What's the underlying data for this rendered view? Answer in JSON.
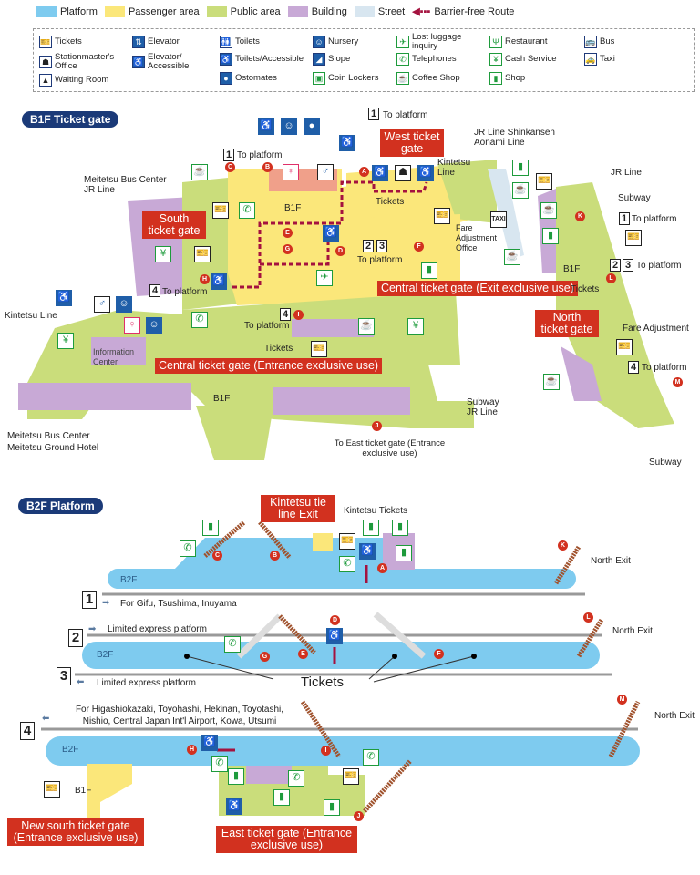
{
  "legend": {
    "colors": [
      {
        "label": "Platform",
        "color": "#7ecbef"
      },
      {
        "label": "Passenger area",
        "color": "#fbe77a"
      },
      {
        "label": "Public area",
        "color": "#cadd7b"
      },
      {
        "label": "Building",
        "color": "#c8a9d6"
      },
      {
        "label": "Street",
        "color": "#d8e6f0"
      }
    ],
    "route_label": "Barrier-free Route",
    "route_color": "#a4123f",
    "icons": [
      {
        "label": "Tickets",
        "icon": "tickets-icon"
      },
      {
        "label": "Stationmaster's Office",
        "icon": "stationmaster-icon"
      },
      {
        "label": "Waiting Room",
        "icon": "waiting-room-icon"
      },
      {
        "label": "Elevator",
        "icon": "elevator-icon"
      },
      {
        "label": "Elevator/ Accessible",
        "icon": "elevator-accessible-icon"
      },
      {
        "label": "Toilets",
        "icon": "toilets-icon"
      },
      {
        "label": "Toilets/Accessible",
        "icon": "accessible-toilet-icon"
      },
      {
        "label": "Ostomates",
        "icon": "ostomates-icon"
      },
      {
        "label": "Nursery",
        "icon": "nursery-icon"
      },
      {
        "label": "Slope",
        "icon": "slope-icon"
      },
      {
        "label": "Coin Lockers",
        "icon": "coin-lockers-icon"
      },
      {
        "label": "Lost luggage inquiry",
        "icon": "lost-luggage-icon"
      },
      {
        "label": "Telephones",
        "icon": "telephone-icon"
      },
      {
        "label": "Coffee Shop",
        "icon": "coffee-shop-icon"
      },
      {
        "label": "Restaurant",
        "icon": "restaurant-icon"
      },
      {
        "label": "Cash Service",
        "icon": "cash-service-icon"
      },
      {
        "label": "Shop",
        "icon": "shop-icon"
      },
      {
        "label": "Bus",
        "icon": "bus-icon"
      },
      {
        "label": "Taxi",
        "icon": "taxi-icon"
      }
    ]
  },
  "colors": {
    "gate_label": "#d2311f",
    "title_pill": "#1b3a78",
    "marker": "#d2311f"
  },
  "b1f": {
    "title": "B1F Ticket gate",
    "to_platform": "To platform",
    "floor": "B1F",
    "tickets": "Tickets",
    "platform_numbers": [
      "1",
      "1",
      "2",
      "3",
      "4",
      "4",
      "1",
      "2",
      "3",
      "4"
    ],
    "markers": [
      "A",
      "B",
      "C",
      "D",
      "E",
      "F",
      "G",
      "H",
      "I",
      "J",
      "K",
      "L",
      "M"
    ],
    "west_gate": "West ticket gate",
    "south_gate": "South ticket gate",
    "central_exit_gate": "Central ticket gate (Exit exclusive use)",
    "central_entrance_gate": "Central ticket gate (Entrance exclusive use)",
    "north_gate": "North ticket gate",
    "jr_shinkansen_aonami": "JR Line Shinkansen Aonami Line",
    "kintetsu_line": "Kintetsu Line",
    "fare_adjustment_office": "Fare Adjustment Office",
    "fare_adjustment": "Fare Adjustment",
    "meitetsu_bus_jr": "Meitetsu Bus Center JR Line",
    "information_center": "Information Center",
    "subway_jr": "Subway JR Line",
    "to_east_gate": "To East ticket gate (Entrance exclusive use)",
    "meitetsu_bus_hotel": "Meitetsu Bus Center Meitetsu Ground Hotel",
    "jr_line": "JR Line",
    "subway": "Subway",
    "taxi": "TAXI"
  },
  "b2f": {
    "title": "B2F Platform",
    "floor": "B2F",
    "b1f": "B1F",
    "kintetsu_exit": "Kintetsu tie line Exit",
    "kintetsu_tickets": "Kintetsu Tickets",
    "north_exit": "North Exit",
    "tickets": "Tickets",
    "markers": [
      "A",
      "B",
      "C",
      "D",
      "E",
      "F",
      "G",
      "H",
      "I",
      "J",
      "K",
      "L",
      "M"
    ],
    "platforms": [
      {
        "number": "1",
        "direction": "For Gifu, Tsushima, Inuyama"
      },
      {
        "number": "2",
        "direction": "Limited express platform"
      },
      {
        "number": "3",
        "direction": "Limited express platform"
      },
      {
        "number": "4",
        "direction": "For Higashiokazaki, Toyohashi, Hekinan, Toyotashi, Nishio, Central Japan Int'l Airport, Kowa, Utsumi"
      }
    ],
    "new_south_gate": "New south ticket gate (Entrance exclusive use)",
    "east_gate": "East ticket gate (Entrance exclusive use)"
  }
}
